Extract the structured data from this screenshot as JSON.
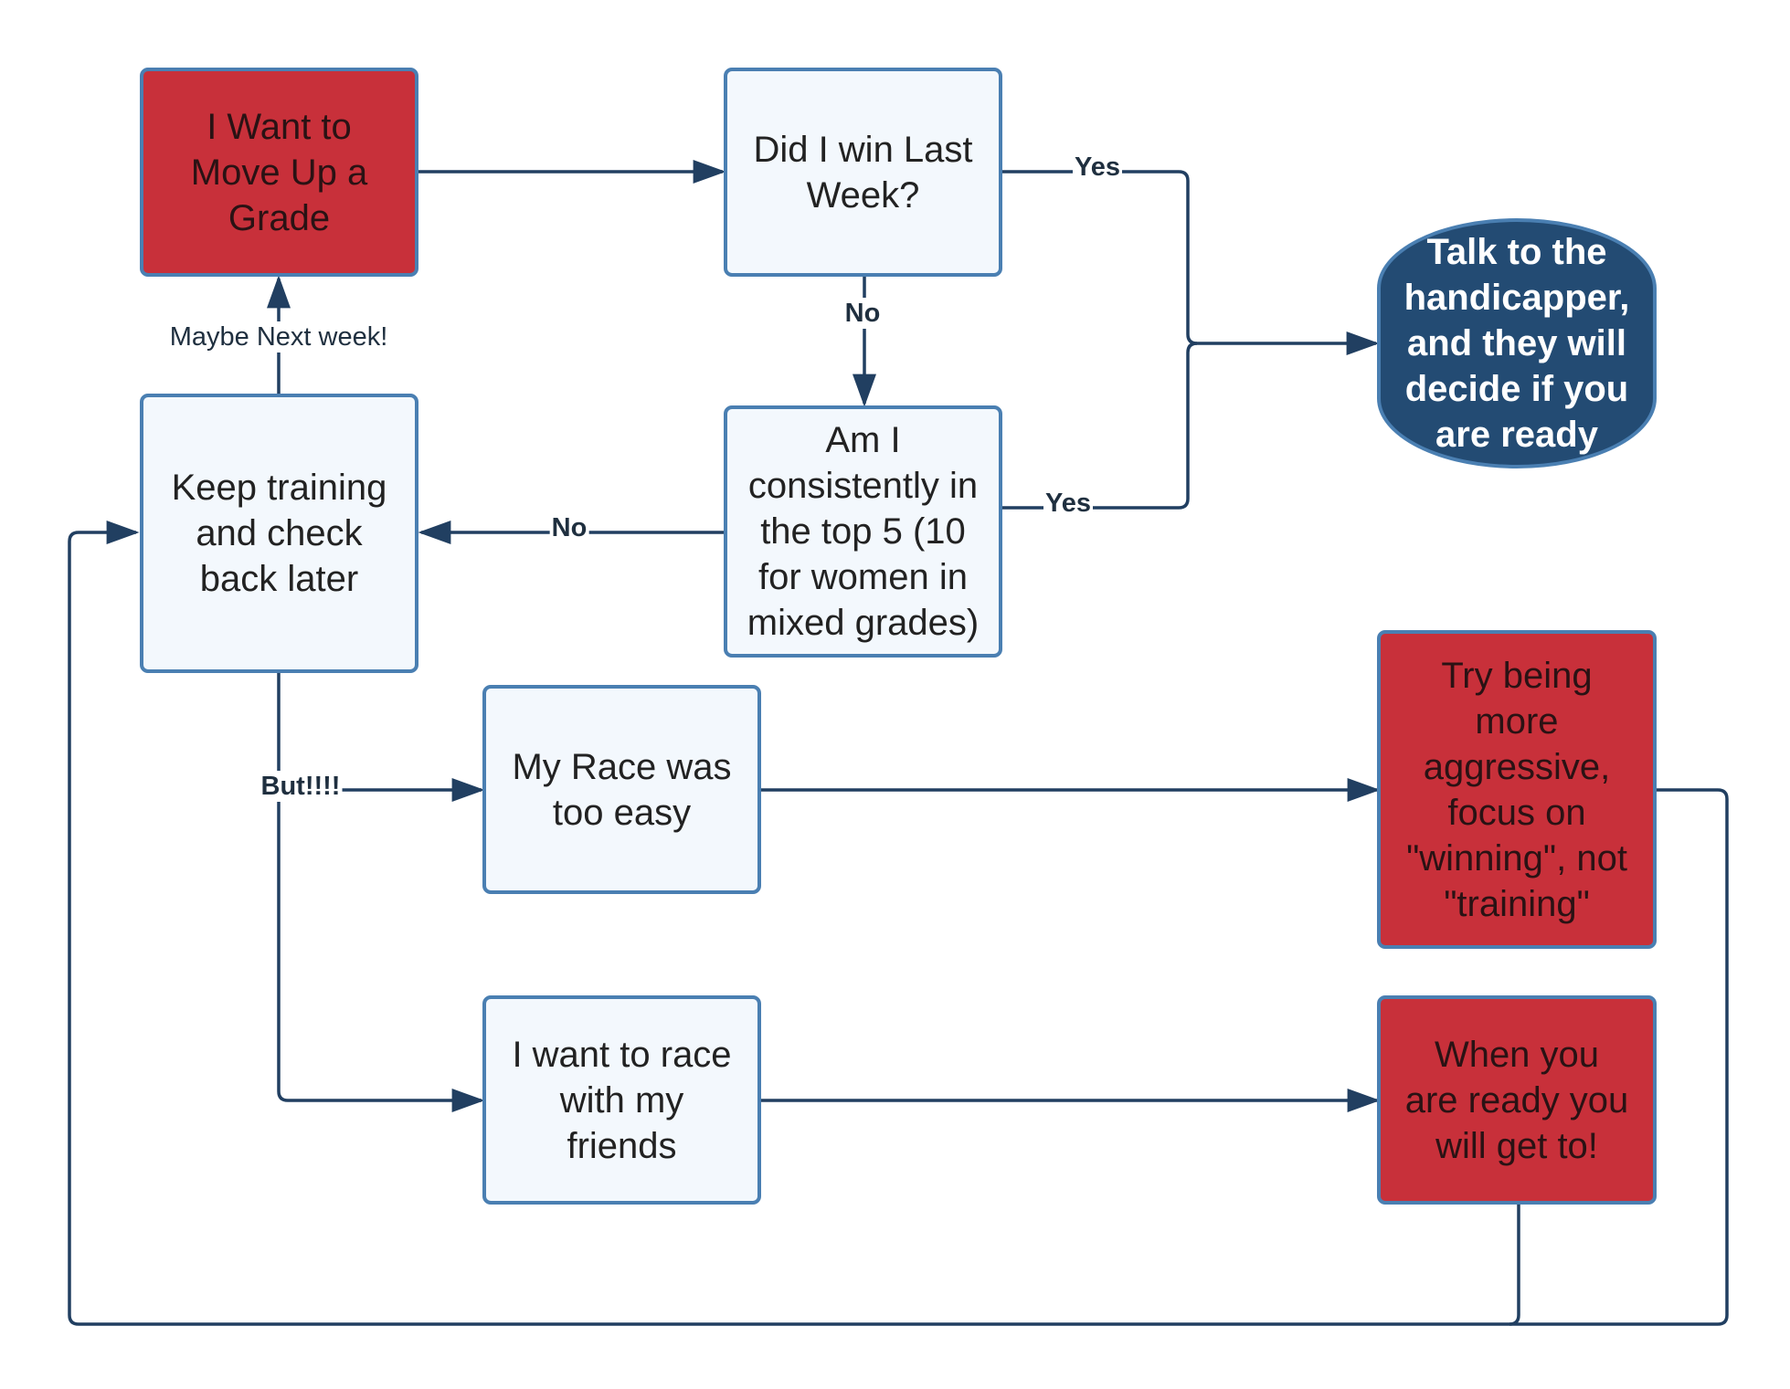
{
  "colors": {
    "connector": "#213f61",
    "node_border": "#4a7fb2",
    "light_fill": "#f3f8fd",
    "red_fill": "#c8303a",
    "terminal_fill": "#234b73"
  },
  "nodes": {
    "move_up": "I Want to\nMove Up a\nGrade",
    "did_win": "Did I win Last\nWeek?",
    "consistent": "Am I\nconsistently in\nthe top 5 (10\nfor women in\nmixed grades)",
    "talk_handicapper": "Talk to the\nhandicapper,\nand they will\ndecide if you\nare ready",
    "keep_training": "Keep training\nand check\nback later",
    "race_easy": "My Race was\ntoo easy",
    "race_friends": "I want to race\nwith my\nfriends",
    "be_aggressive": "Try being\nmore\naggressive,\nfocus on\n\"winning\", not\n\"training\"",
    "when_ready": "When you\nare ready you\nwill get to!"
  },
  "edge_labels": {
    "yes_win": "Yes",
    "no_win": "No",
    "yes_consistent": "Yes",
    "no_consistent": "No",
    "maybe_next_week": "Maybe Next week!",
    "but": "But!!!!"
  }
}
